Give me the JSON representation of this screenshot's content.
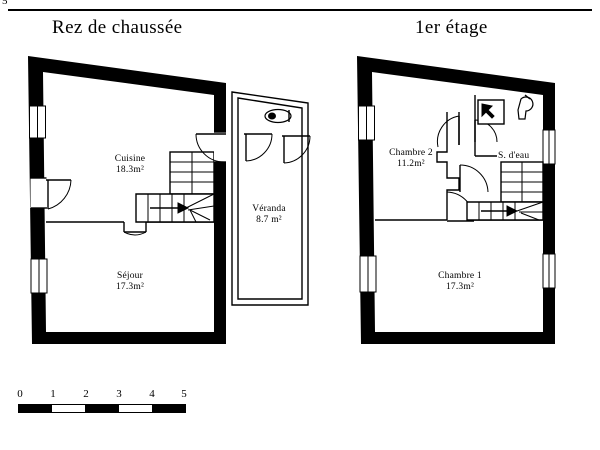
{
  "page": {
    "corner_mark": "5",
    "background_color": "#ffffff",
    "ink_color": "#000000"
  },
  "plans": [
    {
      "id": "ground-floor",
      "title": "Rez de chaussée",
      "rooms": [
        {
          "name": "Cuisine",
          "area": "18.3m²"
        },
        {
          "name": "Séjour",
          "area": "17.3m²"
        },
        {
          "name": "Véranda",
          "area": "8.7 m²"
        }
      ]
    },
    {
      "id": "first-floor",
      "title": "1er étage",
      "rooms": [
        {
          "name": "Chambre 2",
          "area": "11.2m²"
        },
        {
          "name": "S. d'eau",
          "area": ""
        },
        {
          "name": "Chambre 1",
          "area": "17.3m²"
        }
      ]
    }
  ],
  "scale": {
    "labels": [
      "0",
      "1",
      "2",
      "3",
      "4",
      "5"
    ],
    "segments": [
      "on",
      "off",
      "on",
      "off",
      "on"
    ]
  }
}
